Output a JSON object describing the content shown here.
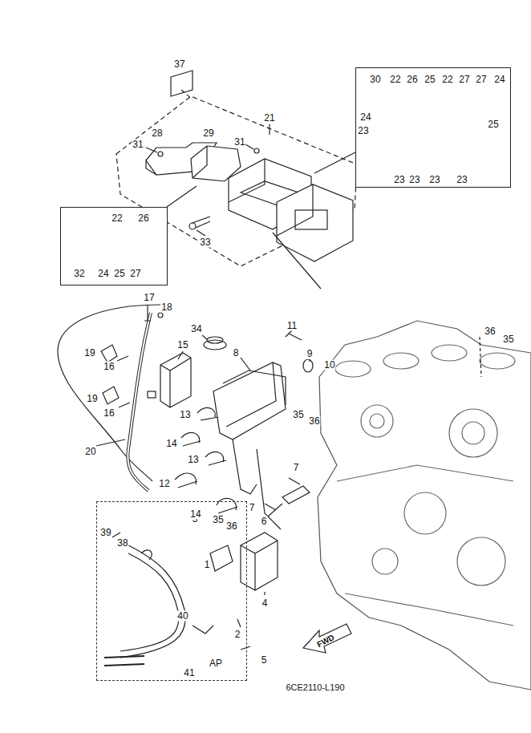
{
  "diagram": {
    "nodes": [
      {
        "text": [
          "30",
          "22",
          "26",
          "25",
          "22",
          "27",
          "27",
          "24",
          "24",
          "25",
          "23",
          "23",
          "23",
          "23",
          "23"
        ]
      },
      {
        "text": [
          "22",
          "26",
          "32",
          "24",
          "25",
          "27"
        ]
      },
      {
        "text": [
          "39",
          "38",
          "3",
          "35",
          "36",
          "1",
          "40",
          "2",
          "41",
          "AP"
        ]
      }
    ],
    "labels": [
      "37",
      "21",
      "28",
      "29",
      "31",
      "31",
      "33",
      "17",
      "18",
      "34",
      "11",
      "36",
      "35",
      "15",
      "8",
      "9",
      "10",
      "19",
      "16",
      "19",
      "16",
      "13",
      "35",
      "36",
      "14",
      "13",
      "20",
      "12",
      "14",
      "7",
      "7",
      "6",
      "4",
      "5",
      "FWD",
      "6CE2110-L190"
    ]
  }
}
